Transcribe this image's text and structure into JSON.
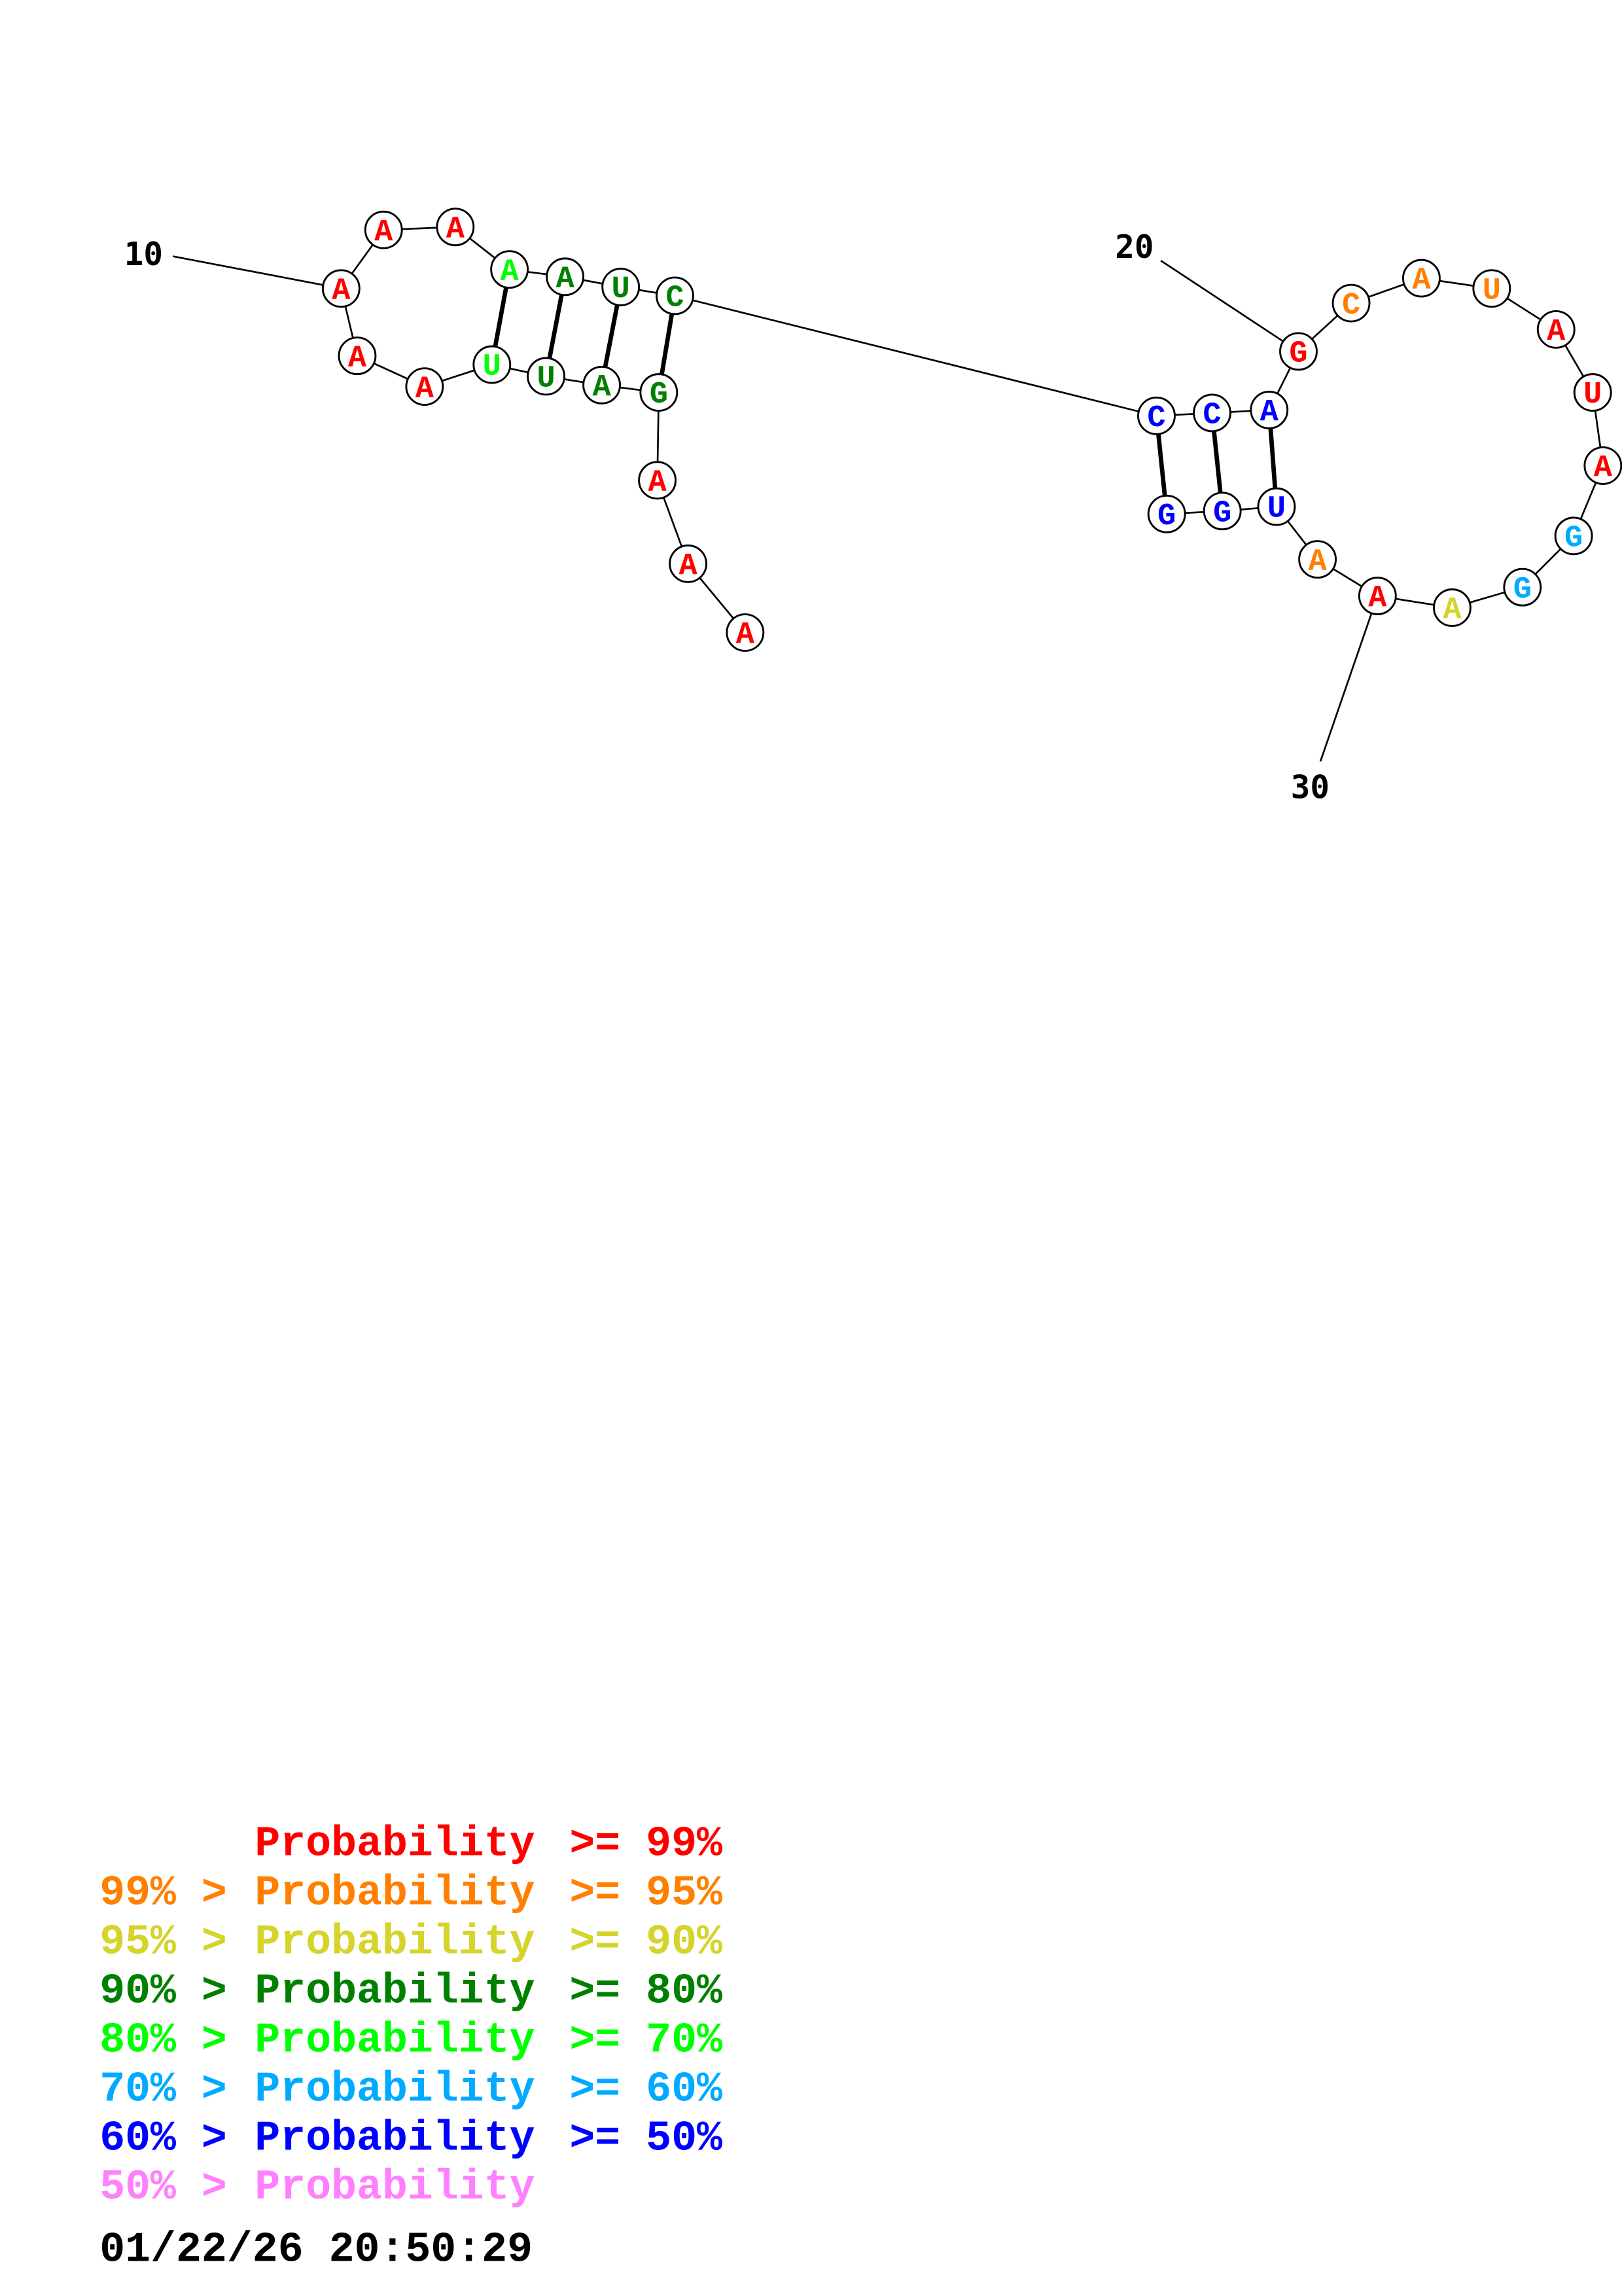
{
  "structure": {
    "nucleotides": [
      {
        "base": "A",
        "color": "#FF0000"
      },
      {
        "base": "A",
        "color": "#FF0000"
      },
      {
        "base": "A",
        "color": "#FF0000"
      },
      {
        "base": "G",
        "color": "#008000"
      },
      {
        "base": "A",
        "color": "#008000"
      },
      {
        "base": "U",
        "color": "#008000"
      },
      {
        "base": "U",
        "color": "#00FF00"
      },
      {
        "base": "A",
        "color": "#FF0000"
      },
      {
        "base": "A",
        "color": "#FF0000"
      },
      {
        "base": "A",
        "color": "#FF0000"
      },
      {
        "base": "A",
        "color": "#FF0000"
      },
      {
        "base": "A",
        "color": "#FF0000"
      },
      {
        "base": "A",
        "color": "#00FF00"
      },
      {
        "base": "A",
        "color": "#008000"
      },
      {
        "base": "U",
        "color": "#008000"
      },
      {
        "base": "C",
        "color": "#008000"
      },
      {
        "base": "C",
        "color": "#0000FF"
      },
      {
        "base": "C",
        "color": "#0000FF"
      },
      {
        "base": "A",
        "color": "#0000FF"
      },
      {
        "base": "G",
        "color": "#FF0000"
      },
      {
        "base": "C",
        "color": "#FF8000"
      },
      {
        "base": "A",
        "color": "#FF8000"
      },
      {
        "base": "U",
        "color": "#FF8000"
      },
      {
        "base": "A",
        "color": "#FF0000"
      },
      {
        "base": "U",
        "color": "#FF0000"
      },
      {
        "base": "A",
        "color": "#FF0000"
      },
      {
        "base": "G",
        "color": "#00AAFF"
      },
      {
        "base": "G",
        "color": "#00AAFF"
      },
      {
        "base": "A",
        "color": "#D4D42A"
      },
      {
        "base": "A",
        "color": "#FF0000"
      },
      {
        "base": "A",
        "color": "#FF8000"
      },
      {
        "base": "U",
        "color": "#0000FF"
      },
      {
        "base": "G",
        "color": "#0000FF"
      },
      {
        "base": "G",
        "color": "#0000FF"
      }
    ],
    "base_pairs": [
      [
        12,
        6
      ],
      [
        13,
        5
      ],
      [
        14,
        4
      ],
      [
        15,
        3
      ],
      [
        16,
        33
      ],
      [
        17,
        32
      ],
      [
        18,
        31
      ]
    ],
    "position_labels": [
      {
        "text": "10",
        "index": 9
      },
      {
        "text": "20",
        "index": 19
      },
      {
        "text": "30",
        "index": 29
      }
    ]
  },
  "legend": [
    {
      "prefix": "",
      "label": "Probability",
      "suffix": ">= 99%",
      "color": "#FF0000"
    },
    {
      "prefix": "99% >",
      "label": "Probability",
      "suffix": ">= 95%",
      "color": "#FF8000"
    },
    {
      "prefix": "95% >",
      "label": "Probability",
      "suffix": ">= 90%",
      "color": "#D4D42A"
    },
    {
      "prefix": "90% >",
      "label": "Probability",
      "suffix": ">= 80%",
      "color": "#008000"
    },
    {
      "prefix": "80% >",
      "label": "Probability",
      "suffix": ">= 70%",
      "color": "#00FF00"
    },
    {
      "prefix": "70% >",
      "label": "Probability",
      "suffix": ">= 60%",
      "color": "#00AAFF"
    },
    {
      "prefix": "60% >",
      "label": "Probability",
      "suffix": ">= 50%",
      "color": "#0000FF"
    },
    {
      "prefix": "50% >",
      "label": "Probability",
      "suffix": "",
      "color": "#FF80FF"
    }
  ],
  "timestamp": "01/22/26 20:50:29"
}
